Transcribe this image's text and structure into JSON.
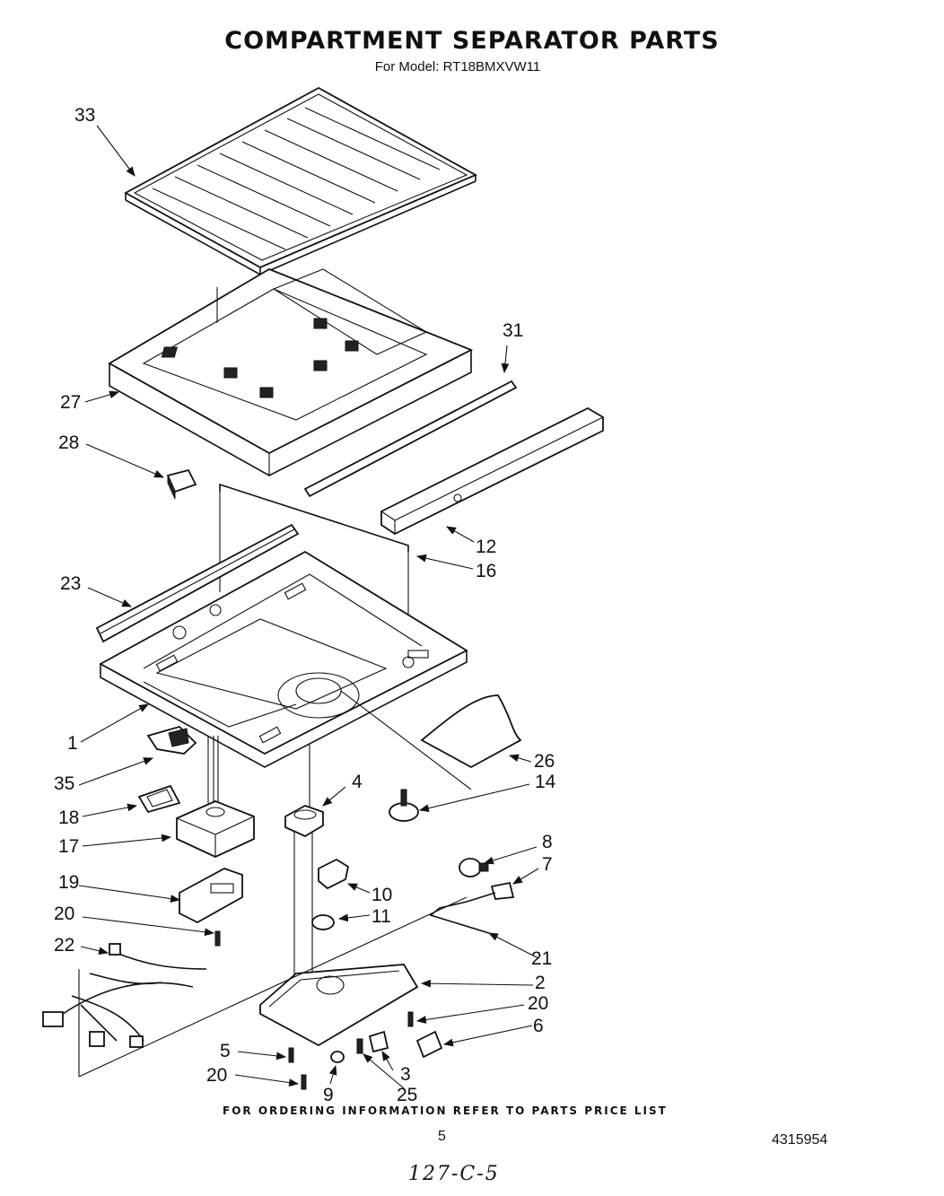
{
  "title": "COMPARTMENT SEPARATOR PARTS",
  "subtitle": "For Model: RT18BMXVW11",
  "part_labels": {
    "p33": "33",
    "p31": "31",
    "p27": "27",
    "p28": "28",
    "p12": "12",
    "p16": "16",
    "p23": "23",
    "p1": "1",
    "p26": "26",
    "p35": "35",
    "p4": "4",
    "p14": "14",
    "p18": "18",
    "p17": "17",
    "p8": "8",
    "p7": "7",
    "p19": "19",
    "p10": "10",
    "p11": "11",
    "p20a": "20",
    "p21": "21",
    "p22": "22",
    "p2": "2",
    "p20b": "20",
    "p6": "6",
    "p5": "5",
    "p3": "3",
    "p20c": "20",
    "p9": "9",
    "p25": "25"
  },
  "footer_note": "FOR ORDERING INFORMATION REFER TO PARTS PRICE LIST",
  "page_number": "5",
  "doc_number": "4315954",
  "handwritten_note": "127-C-5"
}
